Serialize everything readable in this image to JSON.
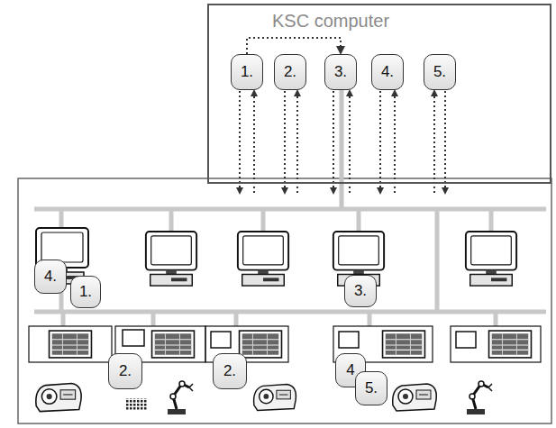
{
  "diagram": {
    "nodes": [
      {
        "text": [
          "KSC computer"
        ]
      },
      {
        "text": [
          "1."
        ],
        "in": 0
      },
      {
        "text": [
          "2."
        ],
        "in": 0
      },
      {
        "text": [
          "3."
        ],
        "in": 0
      },
      {
        "text": [
          "4."
        ],
        "in": 0
      },
      {
        "text": [
          "5."
        ],
        "in": 0
      },
      {
        "text": [
          "4."
        ]
      },
      {
        "text": [
          "1."
        ]
      },
      {
        "text": [
          "3."
        ]
      },
      {
        "text": [
          "2."
        ]
      },
      {
        "text": [
          "2."
        ]
      },
      {
        "text": [
          "4"
        ]
      },
      {
        "text": [
          "5."
        ]
      }
    ],
    "edges": [
      {
        "from": 1,
        "to": 3,
        "arrow": "to"
      }
    ]
  }
}
